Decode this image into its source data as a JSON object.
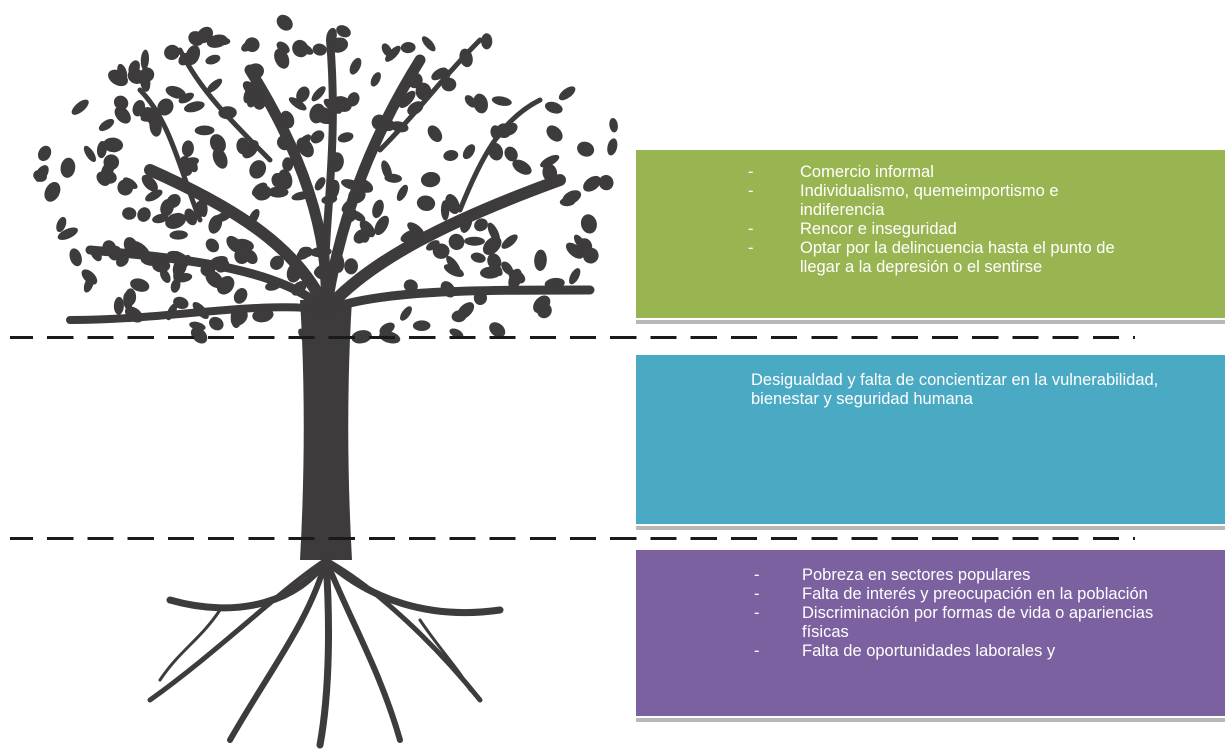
{
  "diagram": {
    "effects": {
      "color": "#99b552",
      "items": [
        "Comercio informal",
        "Individualismo, quemeimportismo e indiferencia",
        "Rencor e inseguridad",
        "Optar por la delincuencia hasta el punto de llegar a la depresión o el sentirse"
      ]
    },
    "problem": {
      "color": "#4aaac4",
      "text": "Desigualdad y falta de concientizar en la vulnerabilidad, bienestar y seguridad humana"
    },
    "causes": {
      "color": "#7b61a0",
      "items": [
        "Pobreza en sectores populares",
        "Falta de interés y preocupación en la población",
        "Discriminación por formas de vida o apariencias físicas",
        "Falta de oportunidades laborales y"
      ]
    },
    "bullet": "-",
    "tree_color": "#3d3b3c"
  }
}
